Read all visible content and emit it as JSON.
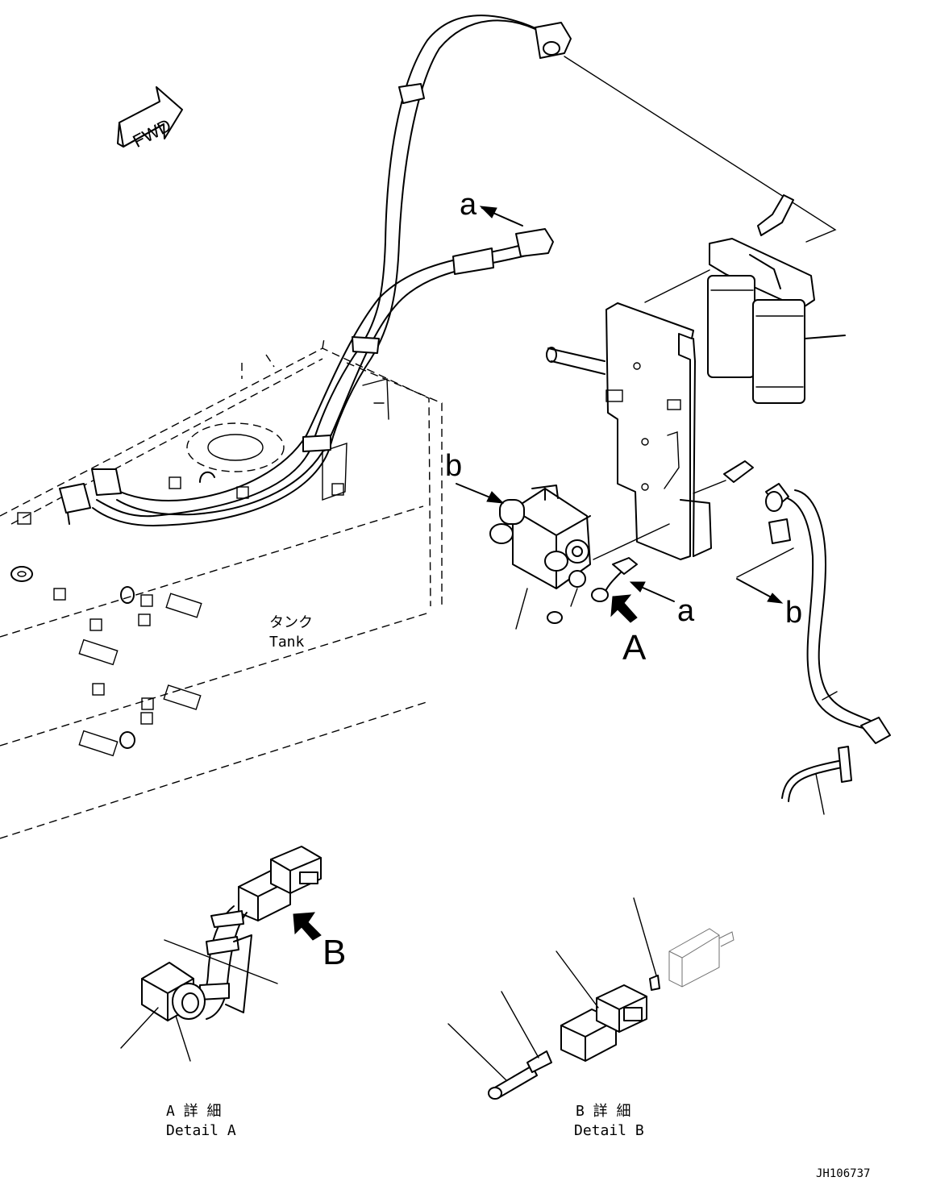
{
  "fwd_label": "FWD",
  "labels": {
    "a_top": "a",
    "b_left": "b",
    "a_right": "a",
    "b_right": "b",
    "view_A": "A",
    "view_B": "B"
  },
  "tank": {
    "jp": "タンク",
    "en": "Tank"
  },
  "detail_a": {
    "jp": "A 詳 細",
    "en": "Detail A"
  },
  "detail_b": {
    "jp": "B 詳 細",
    "en": "Detail B"
  },
  "drawing_number": "JH106737"
}
